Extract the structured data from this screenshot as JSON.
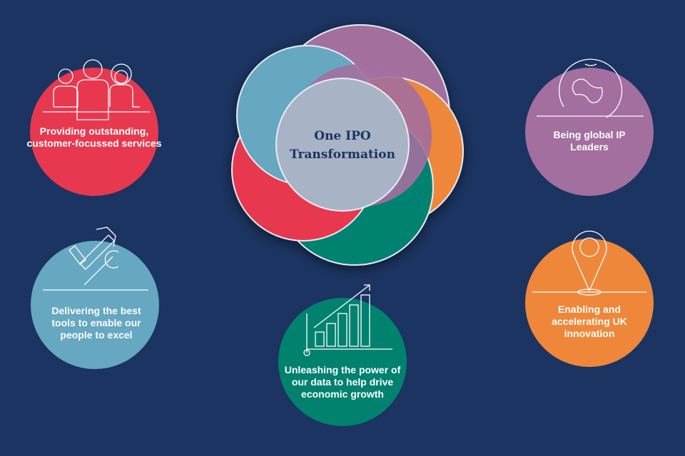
{
  "center": {
    "line1": "One IPO",
    "line2": "Transformation"
  },
  "pillars": [
    {
      "label": "Providing outstanding, customer-focussed services",
      "color": "#e8384f",
      "icon": "people-icon"
    },
    {
      "label": "Being global IP Leaders",
      "color": "#a36f9e",
      "icon": "globe-icon"
    },
    {
      "label": "Delivering the best tools to enable our people to excel",
      "color": "#66a7c2",
      "icon": "tools-icon"
    },
    {
      "label": "Enabling and accelerating UK innovation",
      "color": "#ef873a",
      "icon": "location-pin-icon"
    },
    {
      "label": "Unleashing the power of our data to help drive economic growth",
      "color": "#00826f",
      "icon": "bar-chart-growth-icon"
    }
  ],
  "colors": {
    "background": "#1b3461",
    "center": "#a8b3c5"
  }
}
